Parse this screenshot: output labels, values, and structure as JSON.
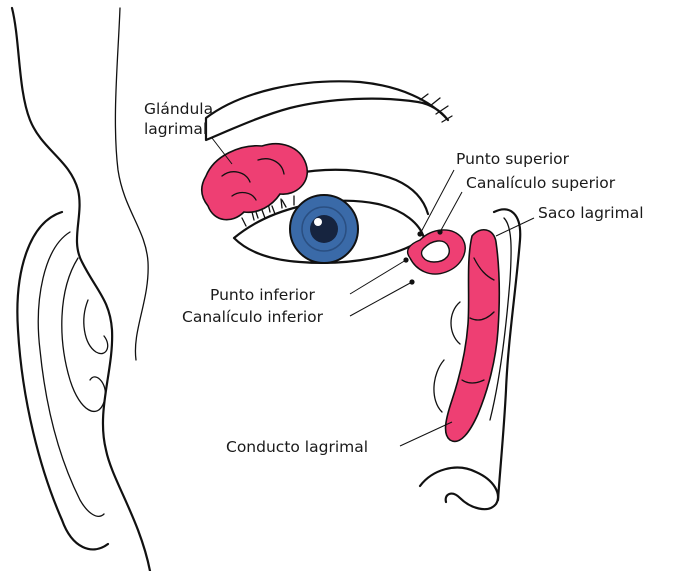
{
  "colors": {
    "gland_pink": "#ee3f73",
    "iris_blue": "#3a6aa8",
    "pupil": "#16243f",
    "ink": "#111111",
    "label_text": "#1a1a1a"
  },
  "labels": {
    "glandula_line1": "Glándula",
    "glandula_line2": "lagrimal",
    "punto_superior": "Punto superior",
    "canaliculo_superior": "Canalículo superior",
    "saco_lagrimal": "Saco lagrimal",
    "punto_inferior": "Punto inferior",
    "canaliculo_inferior": "Canalículo inferior",
    "conducto_lagrimal": "Conducto lagrimal"
  }
}
